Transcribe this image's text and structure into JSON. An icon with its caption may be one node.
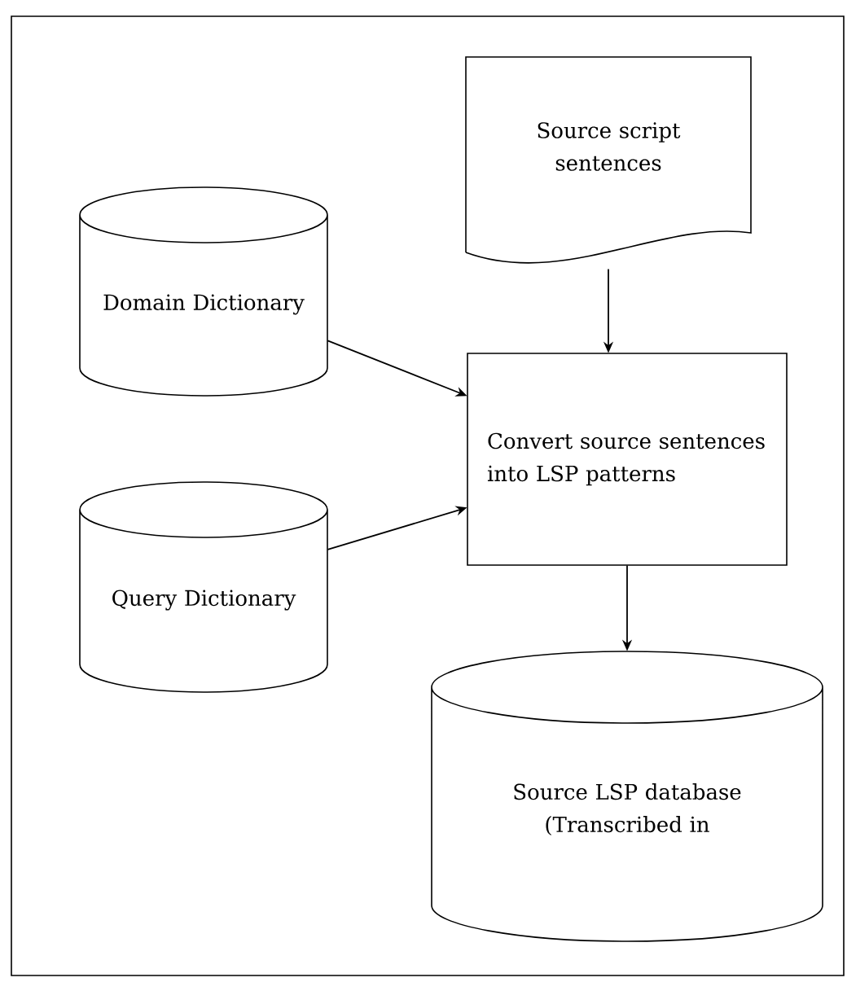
{
  "diagram": {
    "nodes": [
      {
        "text": [
          "Source script sentences"
        ]
      },
      {
        "text": [
          "Domain Dictionary"
        ]
      },
      {
        "text": [
          "Query Dictionary"
        ]
      },
      {
        "text": [
          "Convert source sentences into LSP patterns"
        ]
      },
      {
        "text": [
          "Source LSP database (Transcribed in"
        ]
      }
    ],
    "edges": [
      {
        "from": 0,
        "to": 3,
        "arrow": "to"
      },
      {
        "from": 1,
        "to": 3,
        "arrow": "to"
      },
      {
        "from": 2,
        "to": 3,
        "arrow": "to"
      },
      {
        "from": 3,
        "to": 4,
        "arrow": "to"
      }
    ]
  }
}
